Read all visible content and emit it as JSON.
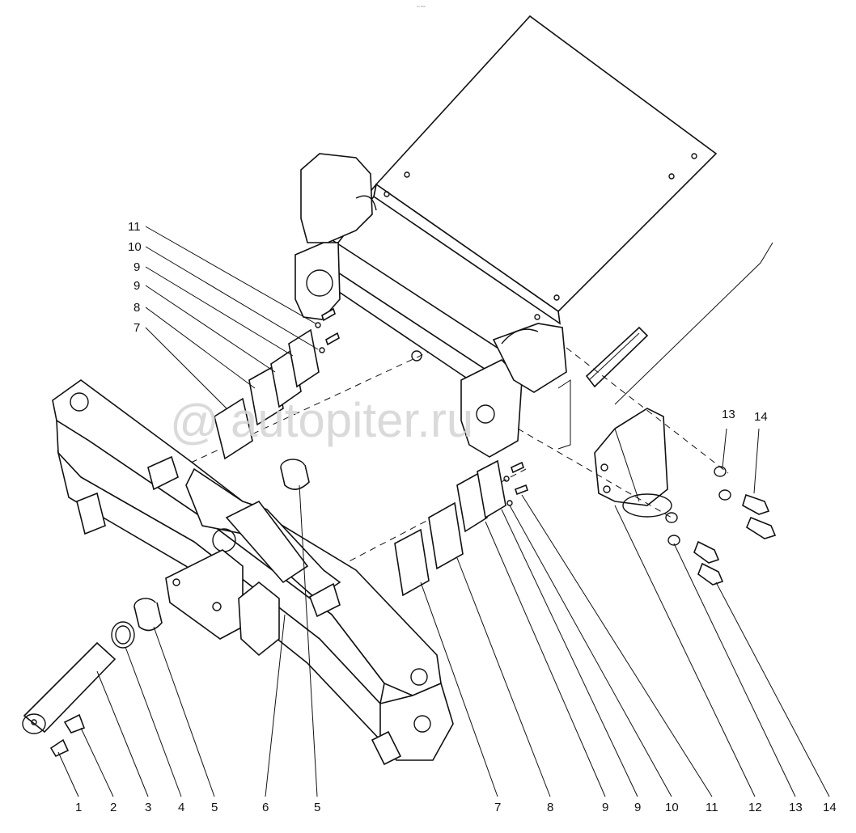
{
  "watermark": {
    "text": "autopiter.ru",
    "symbol": "@",
    "color": "#d4d4d4"
  },
  "top_mark": "ᵒⁿ ʰᵒᵒ",
  "callouts_left": [
    "11",
    "10",
    "9",
    "9",
    "8",
    "7"
  ],
  "callouts_right_top": [
    "13",
    "14"
  ],
  "callouts_bottom": [
    "1",
    "2",
    "3",
    "4",
    "5",
    "6",
    "5",
    "7",
    "8",
    "9",
    "9",
    "10",
    "11",
    "12",
    "13",
    "14"
  ]
}
